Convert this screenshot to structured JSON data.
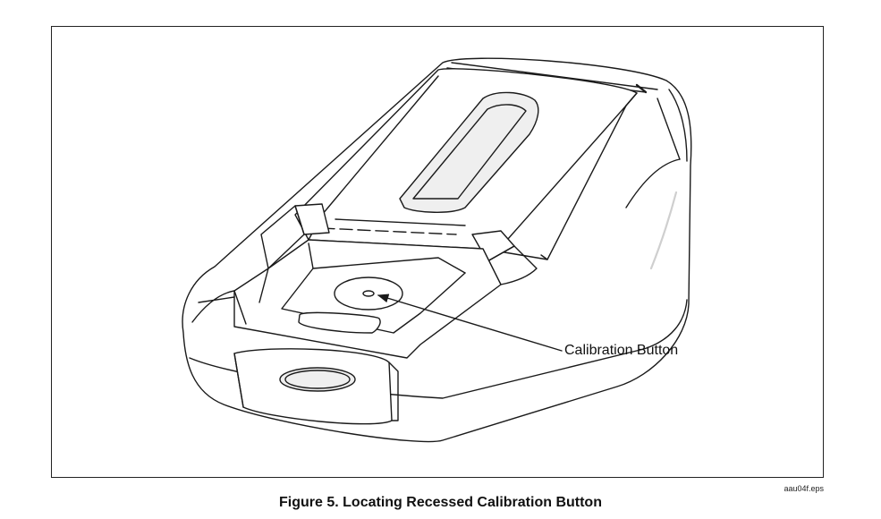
{
  "figure": {
    "callout_label": "Calibration Button",
    "file_tag": "aau04f.eps",
    "caption": "Figure 5. Locating Recessed Calibration Button"
  },
  "colors": {
    "line": "#1a1a1a",
    "background": "#ffffff"
  }
}
